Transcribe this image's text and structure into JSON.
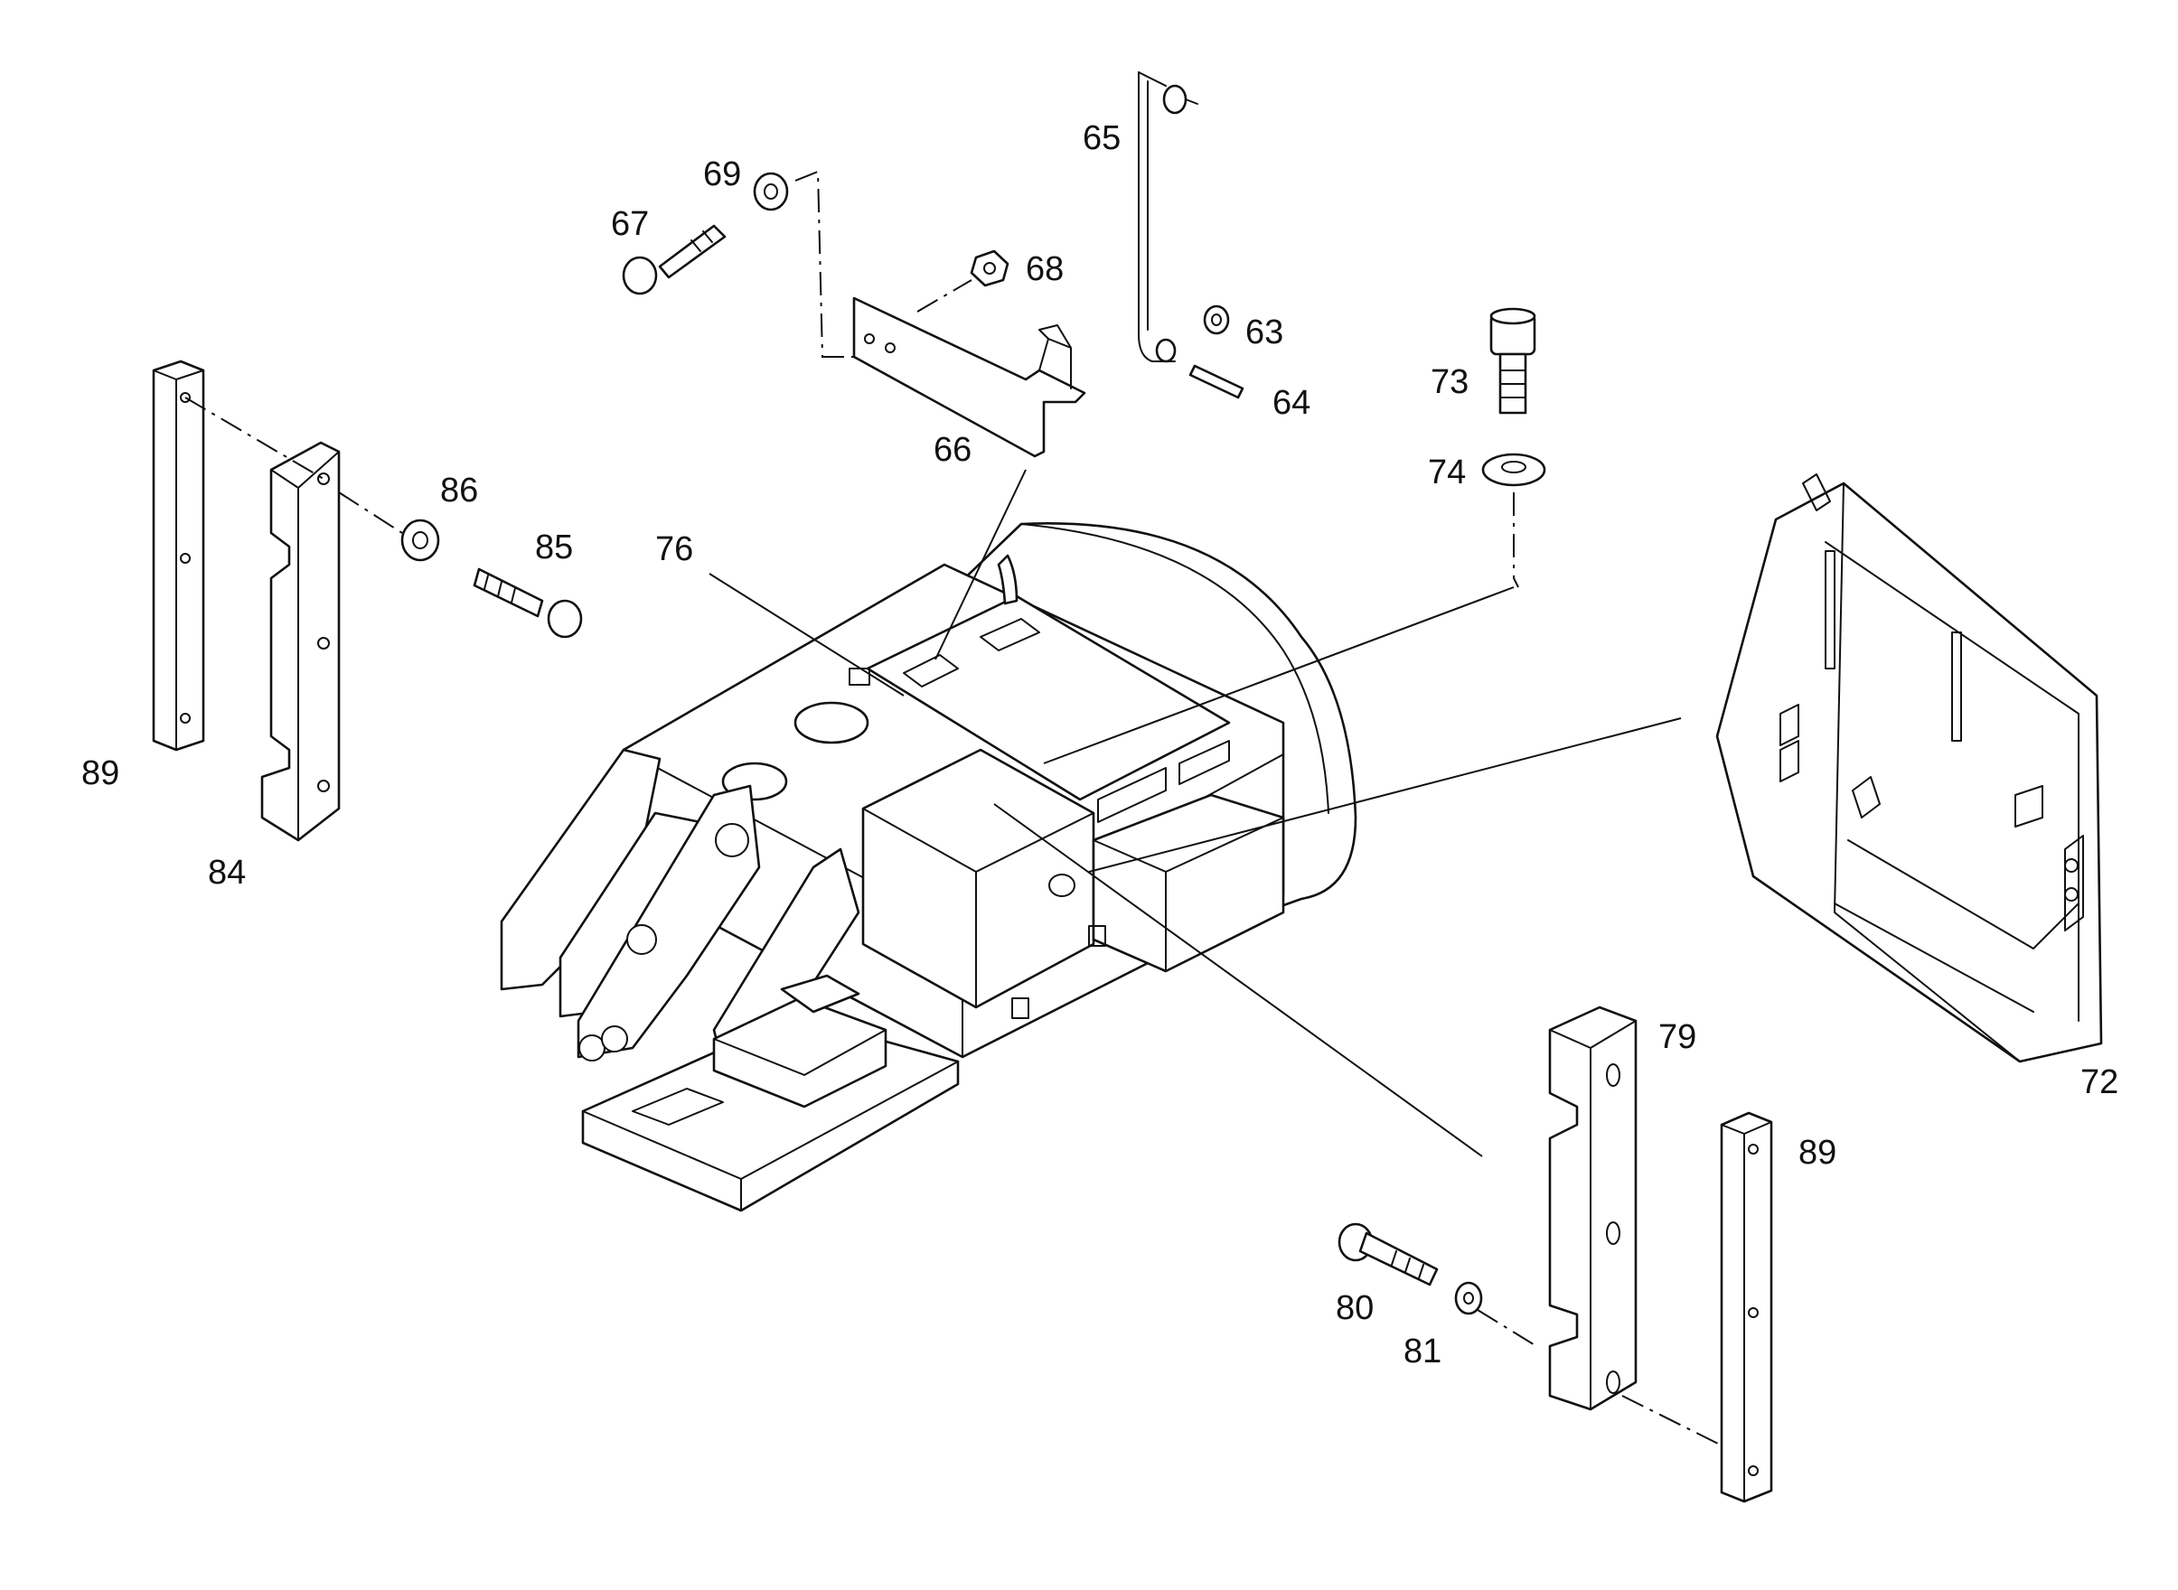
{
  "callouts": {
    "p63": "63",
    "p64": "64",
    "p65": "65",
    "p66": "66",
    "p67": "67",
    "p68": "68",
    "p69": "69",
    "p72": "72",
    "p73": "73",
    "p74": "74",
    "p76": "76",
    "p79": "79",
    "p80": "80",
    "p81": "81",
    "p84": "84",
    "p85": "85",
    "p86": "86",
    "p89_left": "89",
    "p89_right": "89"
  },
  "colors": {
    "line": "#111111",
    "background": "#ffffff"
  }
}
